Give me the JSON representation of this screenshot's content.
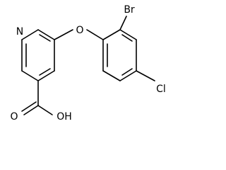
{
  "structure": {
    "atoms": {
      "N": "N",
      "O": "O",
      "Br": "Br",
      "Cl": "Cl",
      "acid_O": "O",
      "acid_OH": "OH"
    },
    "colors": {
      "bond": "#000000",
      "text": "#000000",
      "background": "#ffffff"
    }
  }
}
